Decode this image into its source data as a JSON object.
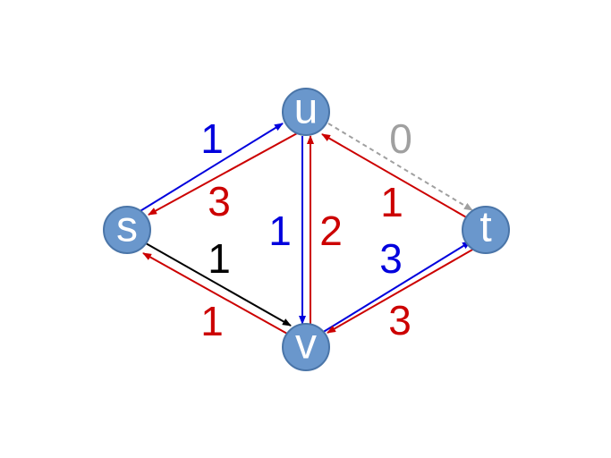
{
  "colors": {
    "blue": "#0000dd",
    "red": "#cc0000",
    "black": "#000000",
    "gray": "#a0a0a0",
    "node_fill": "#6a97cc",
    "node_stroke": "#4a75a8"
  },
  "nodes": {
    "s": "s",
    "u": "u",
    "v": "v",
    "t": "t"
  },
  "edges": [
    {
      "from": "s",
      "to": "u",
      "label": "1",
      "color": "blue"
    },
    {
      "from": "u",
      "to": "s",
      "label": "3",
      "color": "red"
    },
    {
      "from": "s",
      "to": "v",
      "label": "1",
      "color": "black"
    },
    {
      "from": "v",
      "to": "s",
      "label": "1",
      "color": "red"
    },
    {
      "from": "u",
      "to": "v",
      "label": "1",
      "color": "blue"
    },
    {
      "from": "v",
      "to": "u",
      "label": "2",
      "color": "red"
    },
    {
      "from": "u",
      "to": "t",
      "label": "0",
      "color": "gray",
      "dashed": true
    },
    {
      "from": "t",
      "to": "u",
      "label": "1",
      "color": "red"
    },
    {
      "from": "v",
      "to": "t",
      "label": "3",
      "color": "blue"
    },
    {
      "from": "t",
      "to": "v",
      "label": "3",
      "color": "red"
    }
  ]
}
